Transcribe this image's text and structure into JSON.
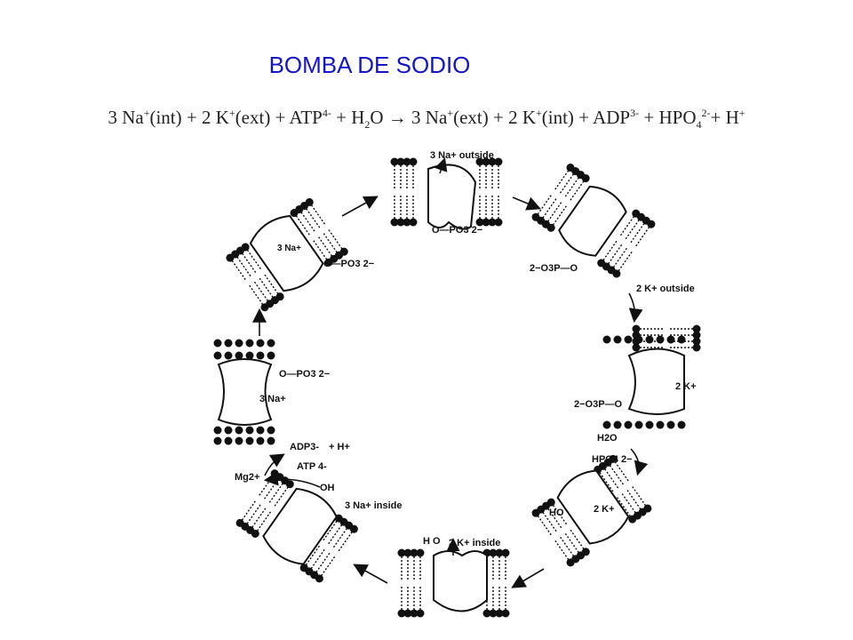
{
  "title": "BOMBA DE SODIO",
  "equation": {
    "parts": [
      {
        "t": "3 Na"
      },
      {
        "sup": "+"
      },
      {
        "t": "(int) + 2 K"
      },
      {
        "sup": "+"
      },
      {
        "t": "(ext) + ATP"
      },
      {
        "sup": "4-"
      },
      {
        "t": " + H"
      },
      {
        "sub": "2"
      },
      {
        "t": "O "
      },
      {
        "sym": "→"
      },
      {
        "t": " 3 Na"
      },
      {
        "sup": "+"
      },
      {
        "t": "(ext) + 2 K"
      },
      {
        "sup": "+"
      },
      {
        "t": "(int) + ADP"
      },
      {
        "sup": "3-"
      },
      {
        "t": "  + HPO"
      },
      {
        "sub": "4"
      },
      {
        "sup": "2-"
      },
      {
        "t": "+ H"
      },
      {
        "sup": "+"
      }
    ]
  },
  "labels": {
    "na_outside": "3 Na+ outside",
    "po3_top": "O—PO3 2−",
    "o3p_right": "2−O3P—O",
    "k_outside": "2 K+ outside",
    "k_bound": "2 K+",
    "o3p_right2": "2−O3P—O",
    "h2o": "H2O",
    "hpo4": "HPO4 2−",
    "ho": "HO",
    "k_inner": "2 K+",
    "ho_bottom": "H O",
    "k_inside": "2 K+ inside",
    "oh": "OH",
    "na_inside": "3 Na+ inside",
    "mg": "Mg2+",
    "atp": "ATP 4-",
    "adp": "ADP3-",
    "h": "+ H+",
    "na_bound_left": "3 Na+",
    "po3_left": "O—PO3 2−",
    "na_3": "3 Na+",
    "po3_upperleft": "O—PO3 2−"
  }
}
